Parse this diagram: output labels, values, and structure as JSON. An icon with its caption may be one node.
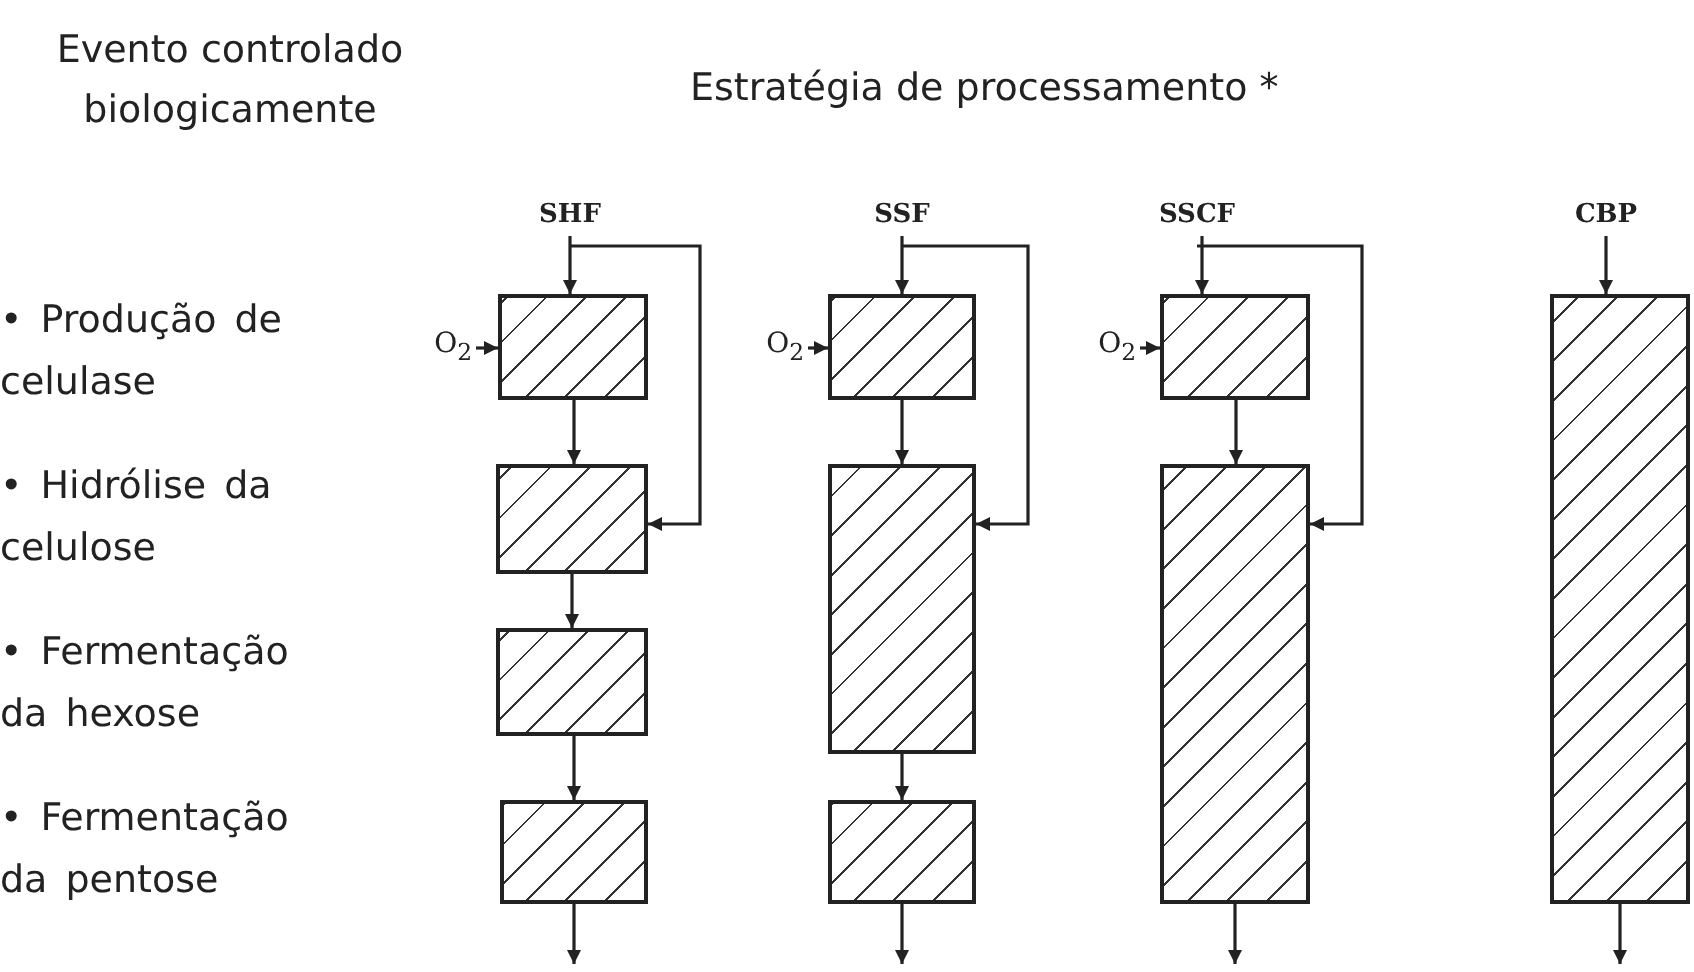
{
  "diagram": {
    "title": "Estratégia de processamento *",
    "nodes": [
      {
        "text": [
          "SHF"
        ]
      },
      {
        "text": [
          "O$_{2}$"
        ]
      },
      {
        "text": [],
        "shape": "box"
      },
      {
        "text": [],
        "shape": "box"
      },
      {
        "text": [],
        "shape": "box"
      },
      {
        "text": [],
        "shape": "box"
      },
      {
        "text": [
          "SSF"
        ]
      },
      {
        "text": [
          "O$_{2}$"
        ]
      },
      {
        "text": [],
        "shape": "box"
      },
      {
        "text": [],
        "shape": "box"
      },
      {
        "text": [],
        "shape": "box"
      },
      {
        "text": [
          "SSCF"
        ]
      },
      {
        "text": [
          "O$_{2}$"
        ]
      },
      {
        "text": [],
        "shape": "box"
      },
      {
        "text": [],
        "shape": "box"
      },
      {
        "text": [
          "CBP"
        ]
      },
      {
        "text": [],
        "shape": "box"
      }
    ],
    "edges": [
      {
        "from": 0,
        "to": 2,
        "arrow": "to"
      },
      {
        "from": 0,
        "to": 3,
        "arrow": "to"
      },
      {
        "from": 1,
        "to": 2,
        "arrow": "to"
      },
      {
        "from": 2,
        "to": 3,
        "arrow": "to"
      },
      {
        "from": 3,
        "to": 4,
        "arrow": "to"
      },
      {
        "from": 4,
        "to": 5,
        "arrow": "to"
      },
      {
        "from": 5,
        "to": null,
        "arrow": "to"
      },
      {
        "from": 6,
        "to": 8,
        "arrow": "to"
      },
      {
        "from": 6,
        "to": 9,
        "arrow": "to"
      },
      {
        "from": 7,
        "to": 8,
        "arrow": "to"
      },
      {
        "from": 8,
        "to": 9,
        "arrow": "to"
      },
      {
        "from": 9,
        "to": 10,
        "arrow": "to"
      },
      {
        "from": 10,
        "to": null,
        "arrow": "to"
      },
      {
        "from": 11,
        "to": 13,
        "arrow": "to"
      },
      {
        "from": 11,
        "to": 14,
        "arrow": "to"
      },
      {
        "from": 12,
        "to": 13,
        "arrow": "to"
      },
      {
        "from": 13,
        "to": 14,
        "arrow": "to"
      },
      {
        "from": 14,
        "to": null,
        "arrow": "to"
      },
      {
        "from": 15,
        "to": 16,
        "arrow": "to"
      },
      {
        "from": 16,
        "to": null,
        "arrow": "to"
      }
    ],
    "labels": [
      "Evento controlado biologicamente",
      "• Produção de celulase",
      "• Hidrólise da celulose",
      "• Fermentação da hexose",
      "• Fermentação da pentose"
    ]
  }
}
